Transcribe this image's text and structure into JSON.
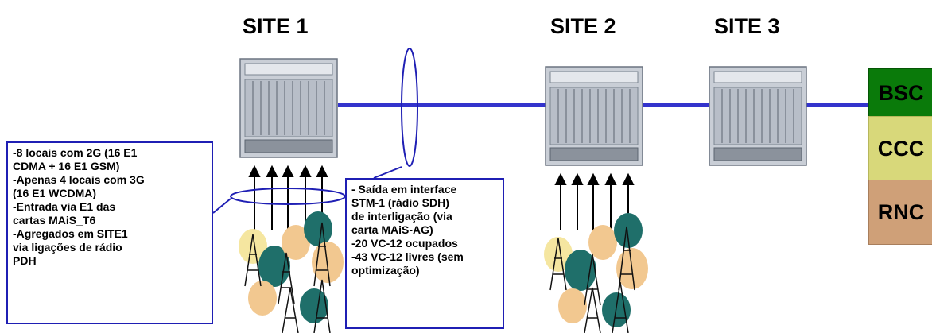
{
  "sites": [
    {
      "label": "SITE 1"
    },
    {
      "label": "SITE 2"
    },
    {
      "label": "SITE 3"
    }
  ],
  "controllers": [
    {
      "label": "BSC",
      "color": "#0a7a0a"
    },
    {
      "label": "CCC",
      "color": "#d8d87a"
    },
    {
      "label": "RNC",
      "color": "#cfa078"
    }
  ],
  "note_left": {
    "lines": [
      "-8 locais com 2G (16 E1",
      "CDMA + 16 E1 GSM)",
      "-Apenas 4 locais com 3G",
      "(16 E1 WCDMA)",
      "-Entrada via E1 das",
      "cartas MAiS_T6",
      "-Agregados em SITE1",
      "via ligações de rádio",
      "PDH"
    ]
  },
  "note_center": {
    "lines": [
      "- Saída  em interface",
      "STM-1 (rádio SDH)",
      "de interligação (via",
      "carta MAiS-AG)",
      "-20 VC-12 ocupados",
      "-43 VC-12 livres (sem",
      "optimização)"
    ]
  },
  "colors": {
    "link": "#3333cc",
    "note_border": "#1f1fb4",
    "equipment": "#c9ced6",
    "tower_teal": "#1f6f6a",
    "tower_peach": "#f2c890",
    "tower_yellow": "#f5e6a0"
  }
}
